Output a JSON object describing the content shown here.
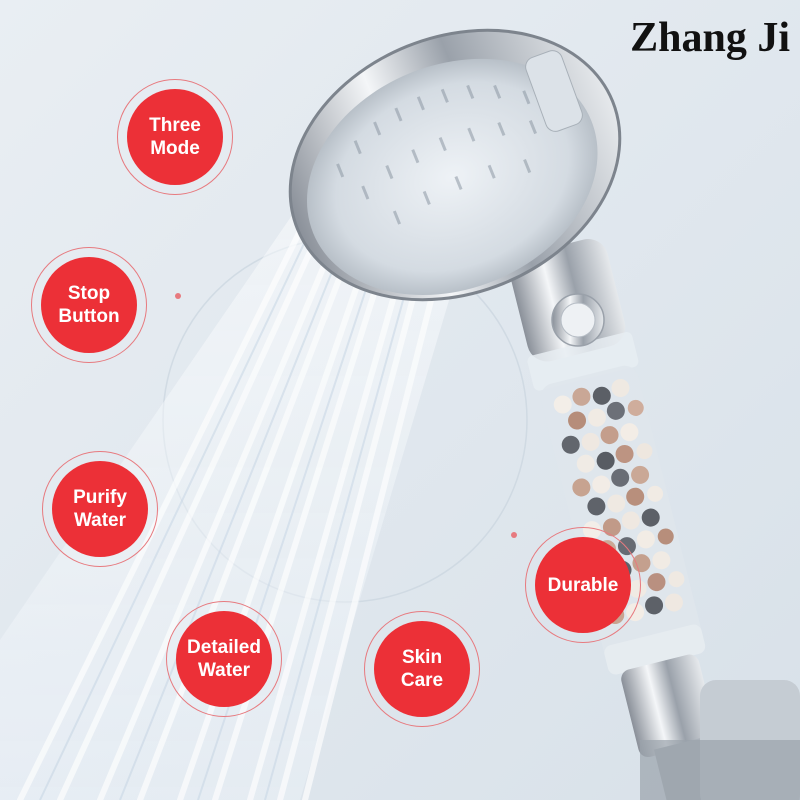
{
  "brand": {
    "logo_text": "Zhang Ji"
  },
  "features": [
    {
      "line1": "Three",
      "line2": "Mode"
    },
    {
      "line1": "Stop",
      "line2": "Button"
    },
    {
      "line1": "Purify",
      "line2": "Water"
    },
    {
      "line1": "Detailed",
      "line2": "Water"
    },
    {
      "line1": "Skin",
      "line2": "Care"
    },
    {
      "line1": "Durable",
      "line2": ""
    }
  ],
  "colors": {
    "badge": "#ec3037",
    "background": "#dfe7ee",
    "ring": "#e77a7f"
  }
}
